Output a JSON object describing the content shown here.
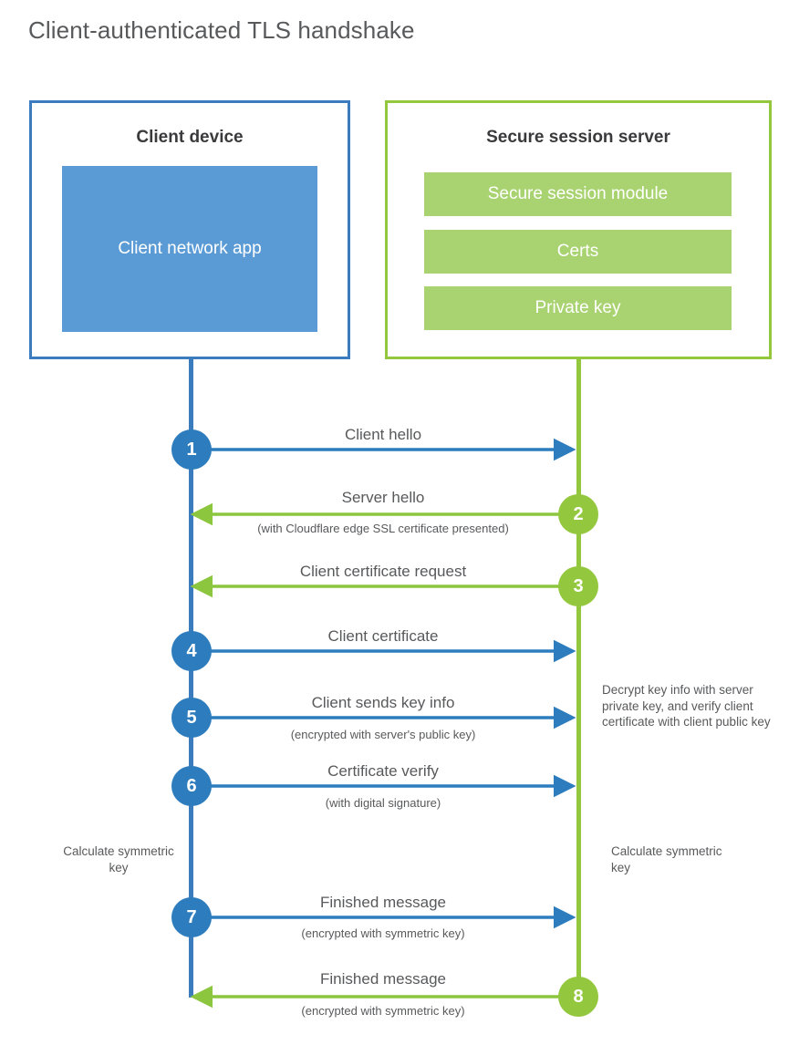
{
  "title": "Client-authenticated TLS handshake",
  "colors": {
    "client_border": "#3a7cbe",
    "client_fill": "#5b9bd5",
    "client_badge": "#2d7cbd",
    "server_border": "#93c83e",
    "server_fill": "#a9d370",
    "server_badge": "#93c83e",
    "text": "#58595b",
    "heading": "#3a3a3c",
    "background": "#ffffff"
  },
  "parties": {
    "client": {
      "title": "Client device",
      "components": [
        "Client network app"
      ]
    },
    "server": {
      "title": "Secure session server",
      "components": [
        "Secure session module",
        "Certs",
        "Private key"
      ]
    }
  },
  "messages": [
    {
      "step": "1",
      "label": "Client hello",
      "sub": "",
      "direction": "client-to-server",
      "color": "blue"
    },
    {
      "step": "2",
      "label": "Server hello",
      "sub": "(with Cloudflare edge SSL certificate presented)",
      "direction": "server-to-client",
      "color": "green"
    },
    {
      "step": "3",
      "label": "Client certificate request",
      "sub": "",
      "direction": "server-to-client",
      "color": "green"
    },
    {
      "step": "4",
      "label": "Client certificate",
      "sub": "",
      "direction": "client-to-server",
      "color": "blue"
    },
    {
      "step": "5",
      "label": "Client sends key info",
      "sub": "(encrypted with server's public key)",
      "direction": "client-to-server",
      "color": "blue"
    },
    {
      "step": "6",
      "label": "Certificate verify",
      "sub": "(with digital signature)",
      "direction": "client-to-server",
      "color": "blue"
    },
    {
      "step": "7",
      "label": "Finished message",
      "sub": "(encrypted with symmetric key)",
      "direction": "client-to-server",
      "color": "blue"
    },
    {
      "step": "8",
      "label": "Finished message",
      "sub": "(encrypted with symmetric key)",
      "direction": "server-to-client",
      "color": "green"
    }
  ],
  "notes": {
    "server_decrypt": "Decrypt key info with server private key, and verify client certificate with client public key",
    "client_calculate": "Calculate symmetric key",
    "server_calculate": "Calculate symmetric key"
  }
}
